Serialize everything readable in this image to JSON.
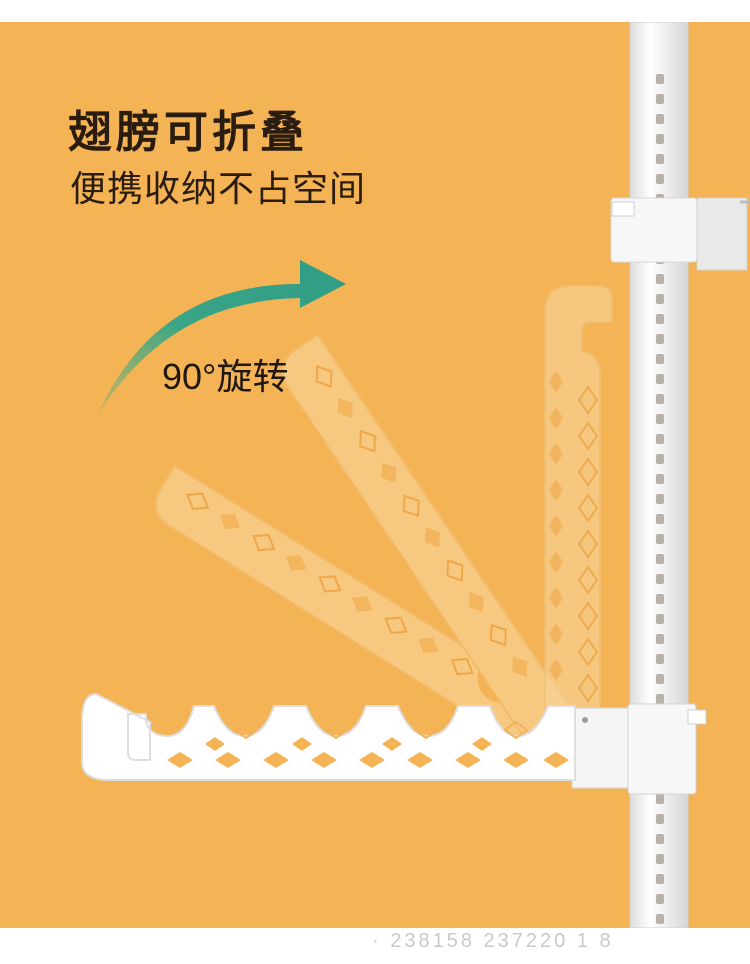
{
  "headline": "翅膀可折叠",
  "subline": "便携收纳不占空间",
  "rotate_label": "90°旋转",
  "bottom_strip_text": "· 238158 237220 1 8",
  "colors": {
    "background": "#f4b455",
    "frame": "#ffffff",
    "pole": "#f3f3f3",
    "pole_hole": "#b9b2a8",
    "arm_faded": "#f7cf90",
    "arm_solid": "#ffffff",
    "arrow_start": "#2f9c86",
    "arrow_end": "#3ea88b",
    "text": "#2a1c10"
  }
}
